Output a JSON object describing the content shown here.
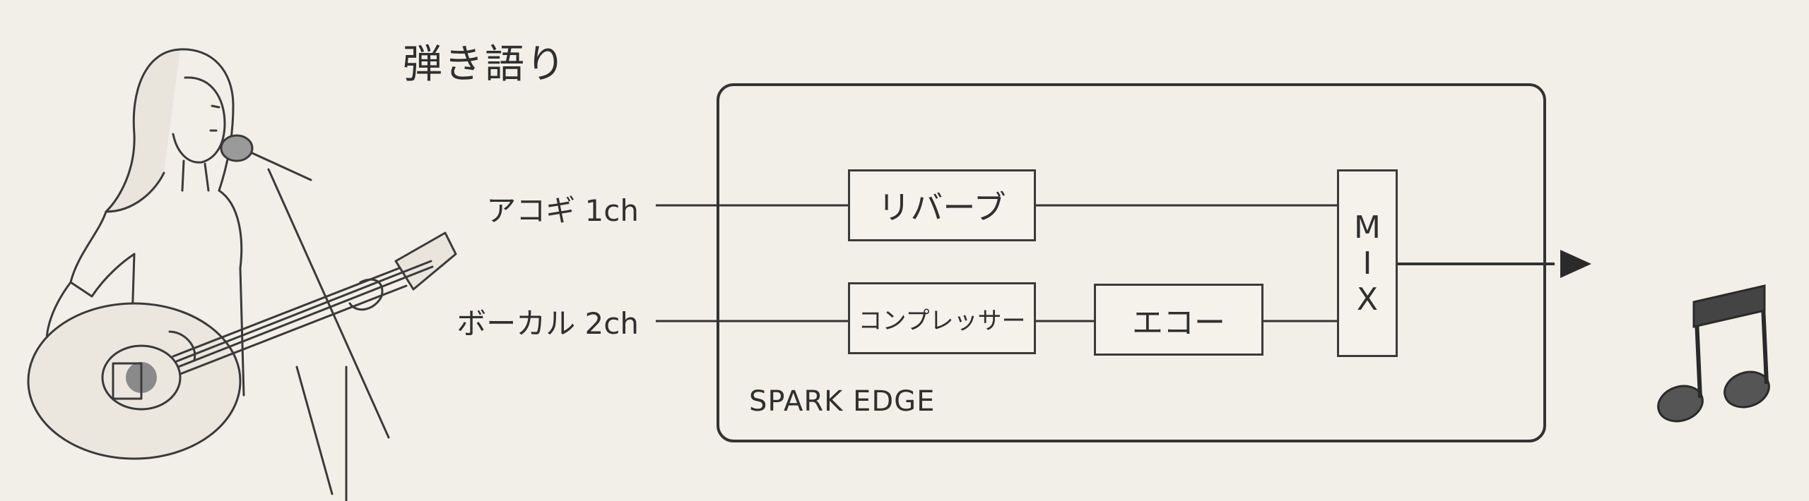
{
  "diagram": {
    "title": "弾き語り",
    "inputs": [
      {
        "label": "アコギ 1ch"
      },
      {
        "label": "ボーカル 2ch"
      }
    ],
    "device": {
      "name": "SPARK EDGE"
    },
    "blocks": {
      "reverb": "リバーブ",
      "compressor": "コンプレッサー",
      "echo": "エコー",
      "mix": "MIX"
    },
    "icons": {
      "performer": "guitarist-singer-illustration",
      "output": "music-note-icon"
    },
    "colors": {
      "paper": "#f2efe8",
      "ink": "#2f2f2f"
    }
  }
}
